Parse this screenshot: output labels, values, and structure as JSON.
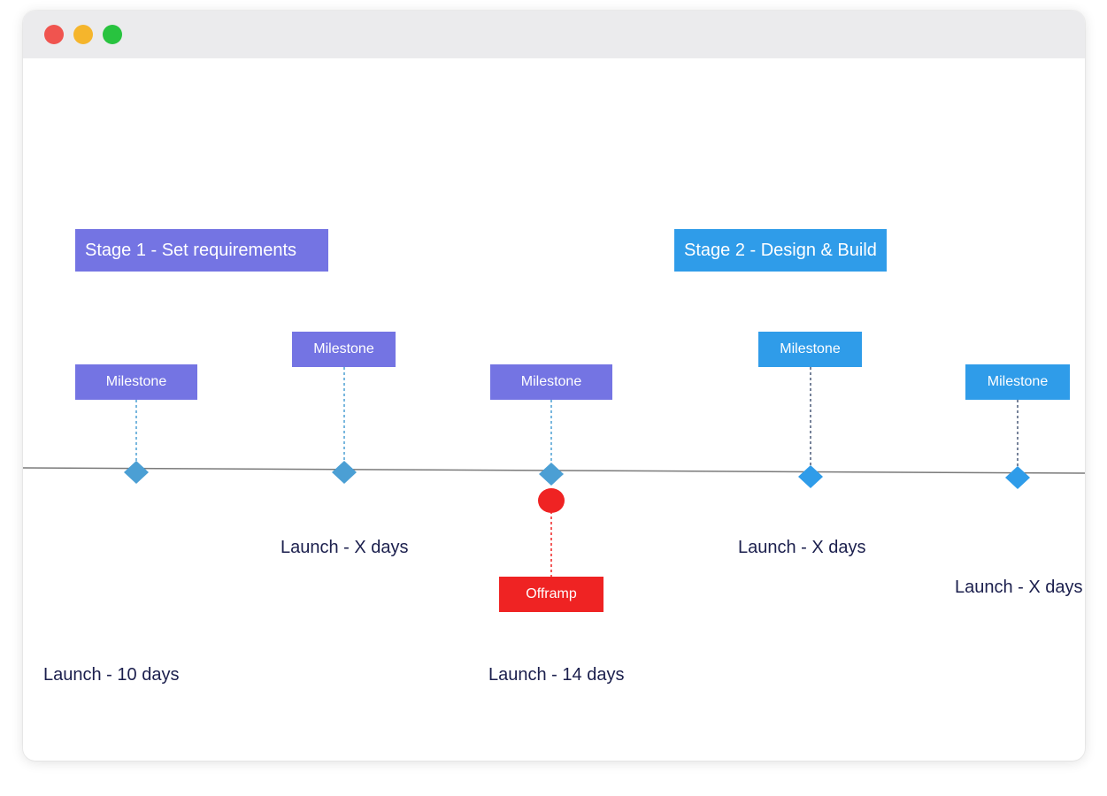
{
  "window": {
    "controls": [
      {
        "name": "close",
        "color": "#f0544f"
      },
      {
        "name": "minimize",
        "color": "#f5b52c"
      },
      {
        "name": "maximize",
        "color": "#28c33f"
      }
    ]
  },
  "colors": {
    "stage1": "#7474e3",
    "stage2": "#2f9ce9",
    "diamond1": "#4b9fd4",
    "diamond2": "#2f9ce9",
    "offramp": "#ef2323",
    "timeline": "#7a7a7a",
    "text": "#1b1f4d"
  },
  "stages": [
    {
      "label": "Stage 1 - Set requirements",
      "color": "#7474e3"
    },
    {
      "label": "Stage 2 - Design & Build",
      "color": "#2f9ce9"
    }
  ],
  "milestones": [
    {
      "label": "Milestone",
      "color": "#7474e3"
    },
    {
      "label": "Milestone",
      "color": "#7474e3"
    },
    {
      "label": "Milestone",
      "color": "#7474e3"
    },
    {
      "label": "Milestone",
      "color": "#2f9ce9"
    },
    {
      "label": "Milestone",
      "color": "#2f9ce9"
    }
  ],
  "offramp": {
    "label": "Offramp",
    "color": "#ef2323"
  },
  "launch_labels": [
    "Launch - X days",
    "Launch - X days",
    "Launch - X days",
    "Launch - 10 days",
    "Launch - 14 days"
  ]
}
